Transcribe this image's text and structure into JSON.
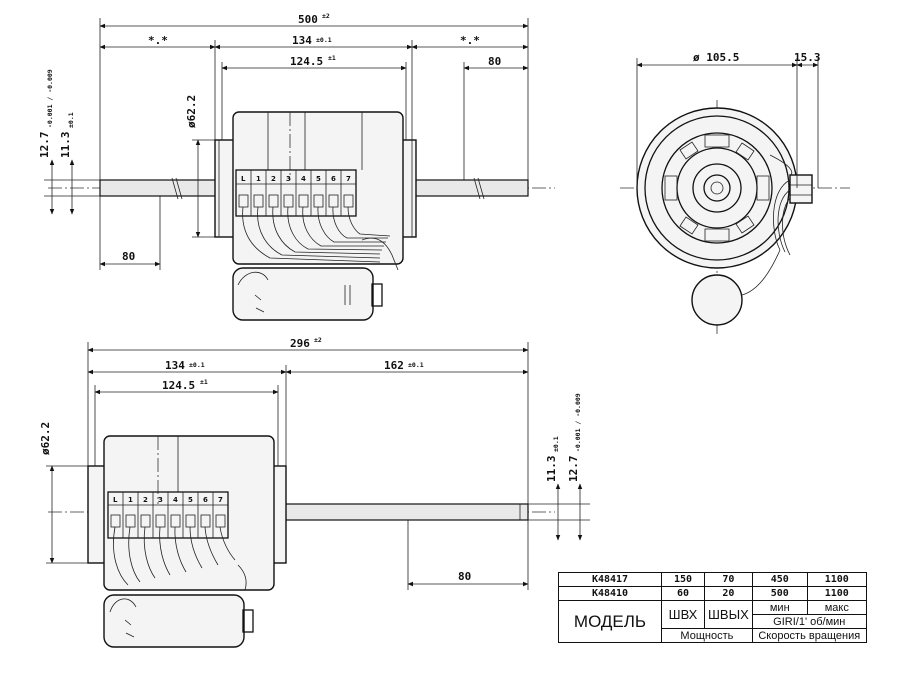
{
  "top_view": {
    "overall_length": "500",
    "overall_length_tol": "±2",
    "left_shaft": "*.*",
    "right_shaft": "*.*",
    "body_length": "134",
    "body_length_tol": "±0.1",
    "mount_length": "124.5",
    "mount_length_tol": "±1",
    "flat_length_right": "80",
    "flat_length_left": "80",
    "diameter": "ø62.2",
    "shaft_diameter": "12.7",
    "shaft_diameter_tol": "-0.001 / -0.009",
    "flat_height": "11.3",
    "flat_height_tol": "±0.1"
  },
  "side_view": {
    "diameter": "ø 105.5",
    "offset": "15.3"
  },
  "bottom_view": {
    "overall_length": "296",
    "overall_length_tol": "±2",
    "body_length": "134",
    "body_length_tol": "±0.1",
    "mount_length": "124.5",
    "mount_length_tol": "±1",
    "shaft_length": "162",
    "shaft_length_tol": "±0.1",
    "flat_length": "80",
    "diameter": "ø62.2",
    "flat_height": "11.3",
    "flat_height_tol": "±0.1",
    "shaft_diameter": "12.7",
    "shaft_diameter_tol": "-0.001 / -0.009"
  },
  "terminal_labels": [
    "L",
    "1",
    "2",
    "3",
    "4",
    "5",
    "6",
    "7"
  ],
  "table": {
    "models": [
      {
        "model": "K48417",
        "w_in": "150",
        "w_out": "70",
        "rpm_min": "450",
        "rpm_max": "1100"
      },
      {
        "model": "K48410",
        "w_in": "60",
        "w_out": "20",
        "rpm_min": "500",
        "rpm_max": "1100"
      }
    ],
    "model_header": "МОДЕЛЬ",
    "w_in_header": "ШВХ",
    "w_out_header": "ШВЫХ",
    "min_header": "мин",
    "max_header": "макс",
    "unit_header": "GIRI/1' об/мин",
    "power_label": "Мощность",
    "speed_label": "Скорость вращения"
  }
}
